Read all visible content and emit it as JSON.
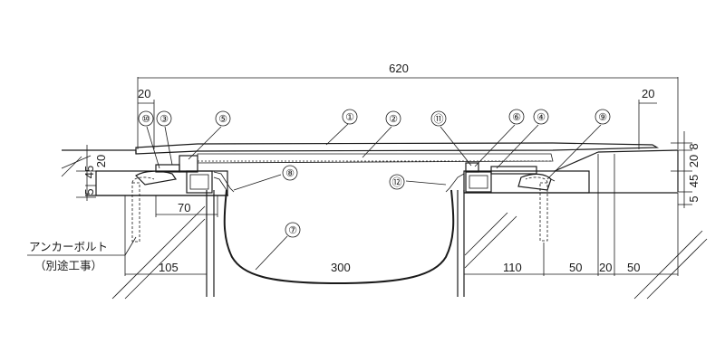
{
  "drawing": {
    "dimensions": {
      "overall_width": "620",
      "left_20": "20",
      "right_20": "20",
      "right_8": "8",
      "right_20v": "20",
      "right_45": "45",
      "right_5": "5",
      "left_20v": "20",
      "left_45": "45",
      "left_5": "5",
      "dim_70": "70",
      "dim_105": "105",
      "dim_300": "300",
      "dim_110": "110",
      "dim_50a": "50",
      "dim_20b": "20",
      "dim_50b": "50"
    },
    "callouts": [
      "⑩",
      "③",
      "⑤",
      "①",
      "②",
      "⑪",
      "⑥",
      "④",
      "⑨",
      "⑧",
      "⑫",
      "⑦"
    ],
    "note_line1": "アンカーボルト",
    "note_line2": "（別途工事）"
  }
}
